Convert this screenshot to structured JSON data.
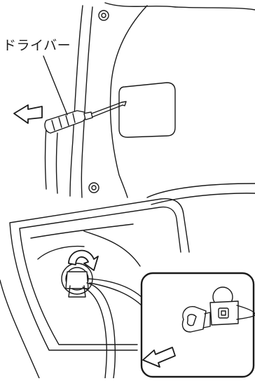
{
  "labels": {
    "screwdriver": "ドライバー"
  },
  "colors": {
    "line": "#1a1a1a",
    "background": "#ffffff",
    "light_line": "#555555"
  },
  "icons": [
    "screwdriver-icon",
    "pry-direction-arrow",
    "rotate-arrow",
    "pull-out-arrow"
  ]
}
